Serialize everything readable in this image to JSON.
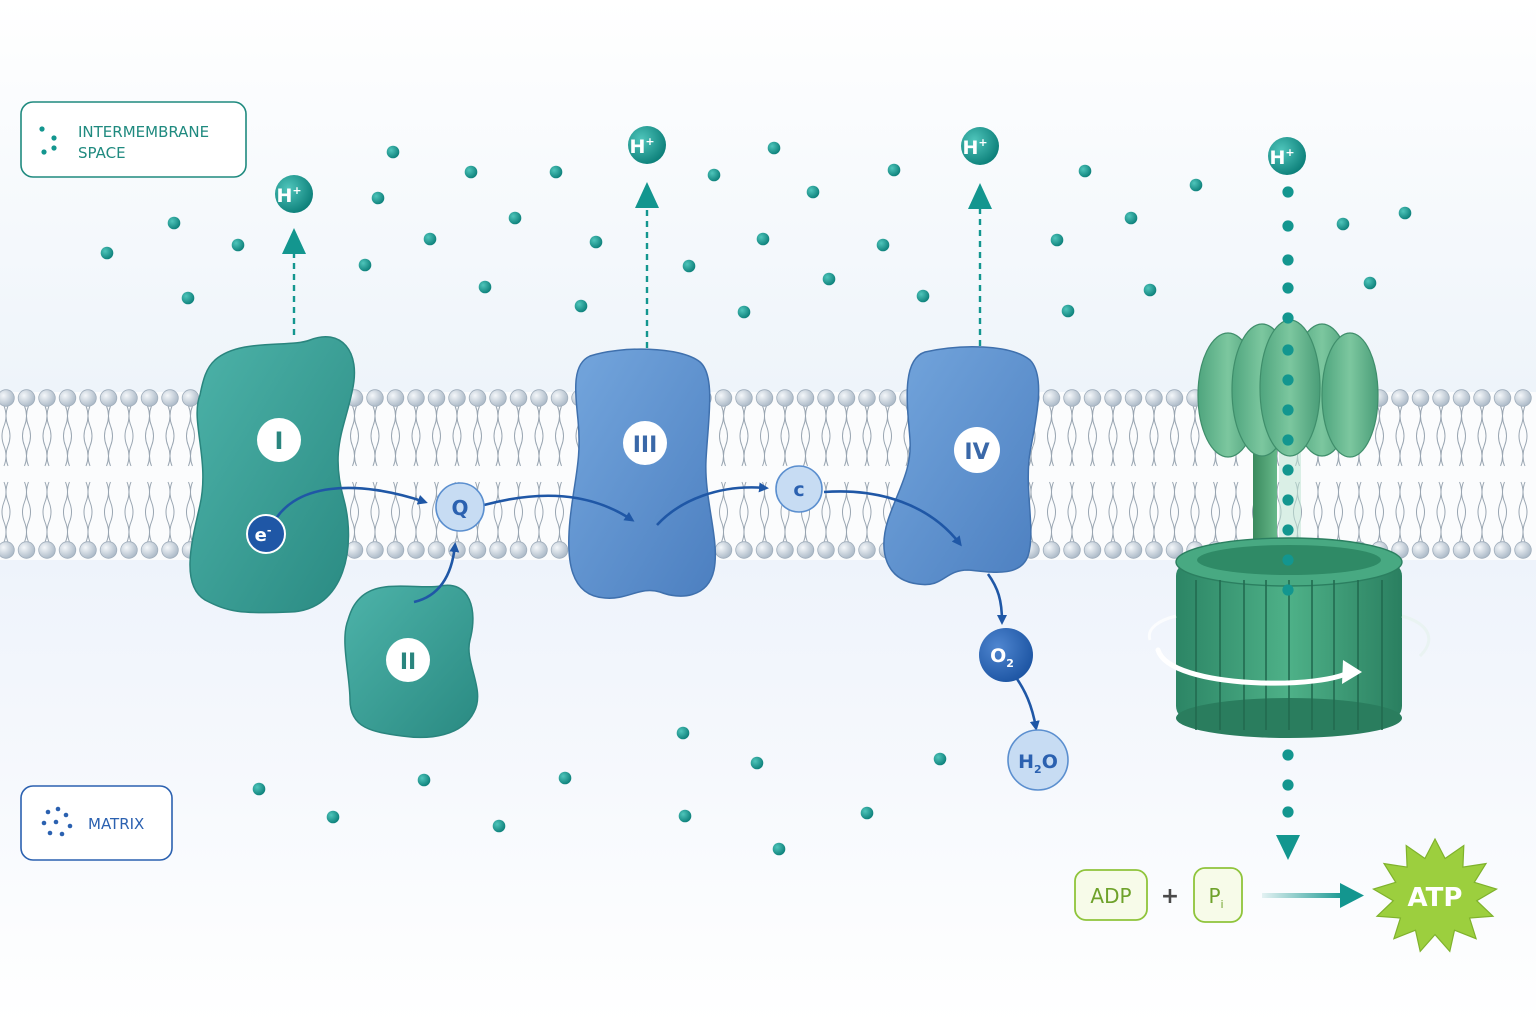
{
  "regions": {
    "intermembrane_label": "INTERMEMBRANE\nSPACE",
    "matrix_label": "MATRIX"
  },
  "complexes": {
    "c1": "I",
    "c2": "II",
    "c3": "III",
    "c4": "IV"
  },
  "carriers": {
    "electron": "e",
    "electron_sup": "-",
    "quinone": "Q",
    "cytochrome_c": "c"
  },
  "proton": {
    "base": "H",
    "sup": "+"
  },
  "oxygen": {
    "base": "O",
    "sub": "2"
  },
  "water": {
    "h": "H",
    "sub": "2",
    "o": "O"
  },
  "atp_reaction": {
    "adp": "ADP",
    "plus": "+",
    "pi_base": "P",
    "pi_sub": "i",
    "atp": "ATP"
  },
  "colors": {
    "teal_complex": "#3a9e96",
    "blue_complex": "#5b8fcf",
    "synthase_green": "#3f9c78",
    "proton_dot": "#13968f",
    "electron_blue": "#1f57a6",
    "carrier_light": "#c7dcf3",
    "atp_green": "#8fc43b",
    "label_teal": "#1f8a7f",
    "label_blue": "#2b61b0"
  }
}
